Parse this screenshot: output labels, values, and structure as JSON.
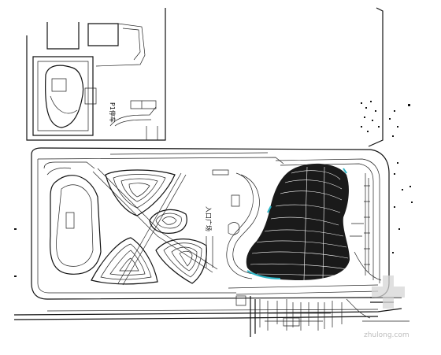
{
  "labels": {
    "north_area": "P1停车",
    "main_area": "入口广场"
  },
  "watermark": {
    "text": "zhulong.com",
    "color": "#c8c8c8"
  },
  "colors": {
    "line": "#111111",
    "dark_fill": "#1a1a1a",
    "accent": "#2ab3c4"
  }
}
